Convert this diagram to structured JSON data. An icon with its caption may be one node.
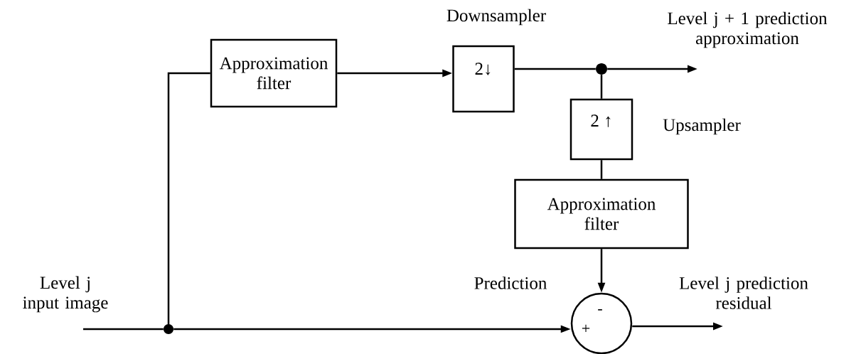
{
  "diagram": {
    "nodes": [
      {
        "text": [],
        "shape": "circle"
      },
      {
        "text": [
          "Approximation filter"
        ]
      },
      {
        "text": [
          "2↓"
        ],
        "beside": [
          "Downsampler"
        ]
      },
      {
        "text": [],
        "shape": "circle"
      },
      {
        "text": [
          "2 ↑"
        ],
        "beside": [
          "Upsampler"
        ]
      },
      {
        "text": [
          "Approximation filter"
        ]
      },
      {
        "text": [
          "-",
          "+"
        ]
      }
    ],
    "edges": [
      {
        "from": null,
        "to": 0,
        "arrow": "none"
      },
      {
        "from": 0,
        "to": 6,
        "arrow": "to"
      },
      {
        "from": 0,
        "to": 1,
        "arrow": "none"
      },
      {
        "from": 1,
        "to": 2,
        "arrow": "to"
      },
      {
        "from": 2,
        "to": 3,
        "arrow": "none"
      },
      {
        "from": 3,
        "to": null,
        "arrow": "to"
      },
      {
        "from": 3,
        "to": 4,
        "arrow": "none"
      },
      {
        "from": 4,
        "to": 5,
        "arrow": "none"
      },
      {
        "from": 5,
        "to": 6,
        "arrow": "to"
      },
      {
        "from": 6,
        "to": null,
        "arrow": "to"
      }
    ],
    "labels": [
      "Level j input image",
      "Level j + 1 prediction approximation",
      "Prediction",
      "Level j prediction residual"
    ]
  }
}
